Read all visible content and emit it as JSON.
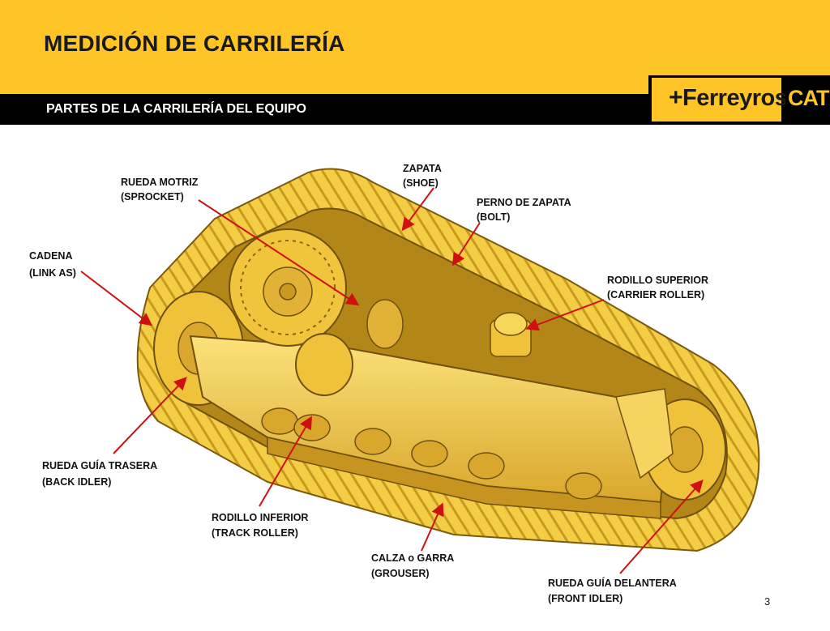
{
  "header": {
    "title": "MEDICIÓN DE CARRILERÍA",
    "subtitle": "PARTES DE LA CARRILERÍA DEL EQUIPO"
  },
  "logo": {
    "ferreyros": "Ferreyros",
    "cat": "CAT"
  },
  "labels": {
    "sprocket": {
      "es": "RUEDA MOTRIZ",
      "en": "(SPROCKET)"
    },
    "shoe": {
      "es": "ZAPATA",
      "en": "(SHOE)"
    },
    "bolt": {
      "es": "PERNO DE ZAPATA",
      "en": "(BOLT)"
    },
    "link": {
      "es": "CADENA",
      "en": "(LINK AS)"
    },
    "carrier": {
      "es": "RODILLO SUPERIOR",
      "en": "(CARRIER ROLLER)"
    },
    "back_idler": {
      "es": "RUEDA GUÍA TRASERA",
      "en": "(BACK IDLER)"
    },
    "track_roller": {
      "es": "RODILLO INFERIOR",
      "en": "(TRACK ROLLER)"
    },
    "grouser": {
      "es": "CALZA o GARRA",
      "en": "(GROUSER)"
    },
    "front_idler": {
      "es": "RUEDA GUÍA DELANTERA",
      "en": "(FRONT IDLER)"
    }
  },
  "page_number": "3",
  "colors": {
    "brand_yellow": "#FFC425",
    "track_yellow": "#F2C93A",
    "arrow_red": "#D01010"
  }
}
